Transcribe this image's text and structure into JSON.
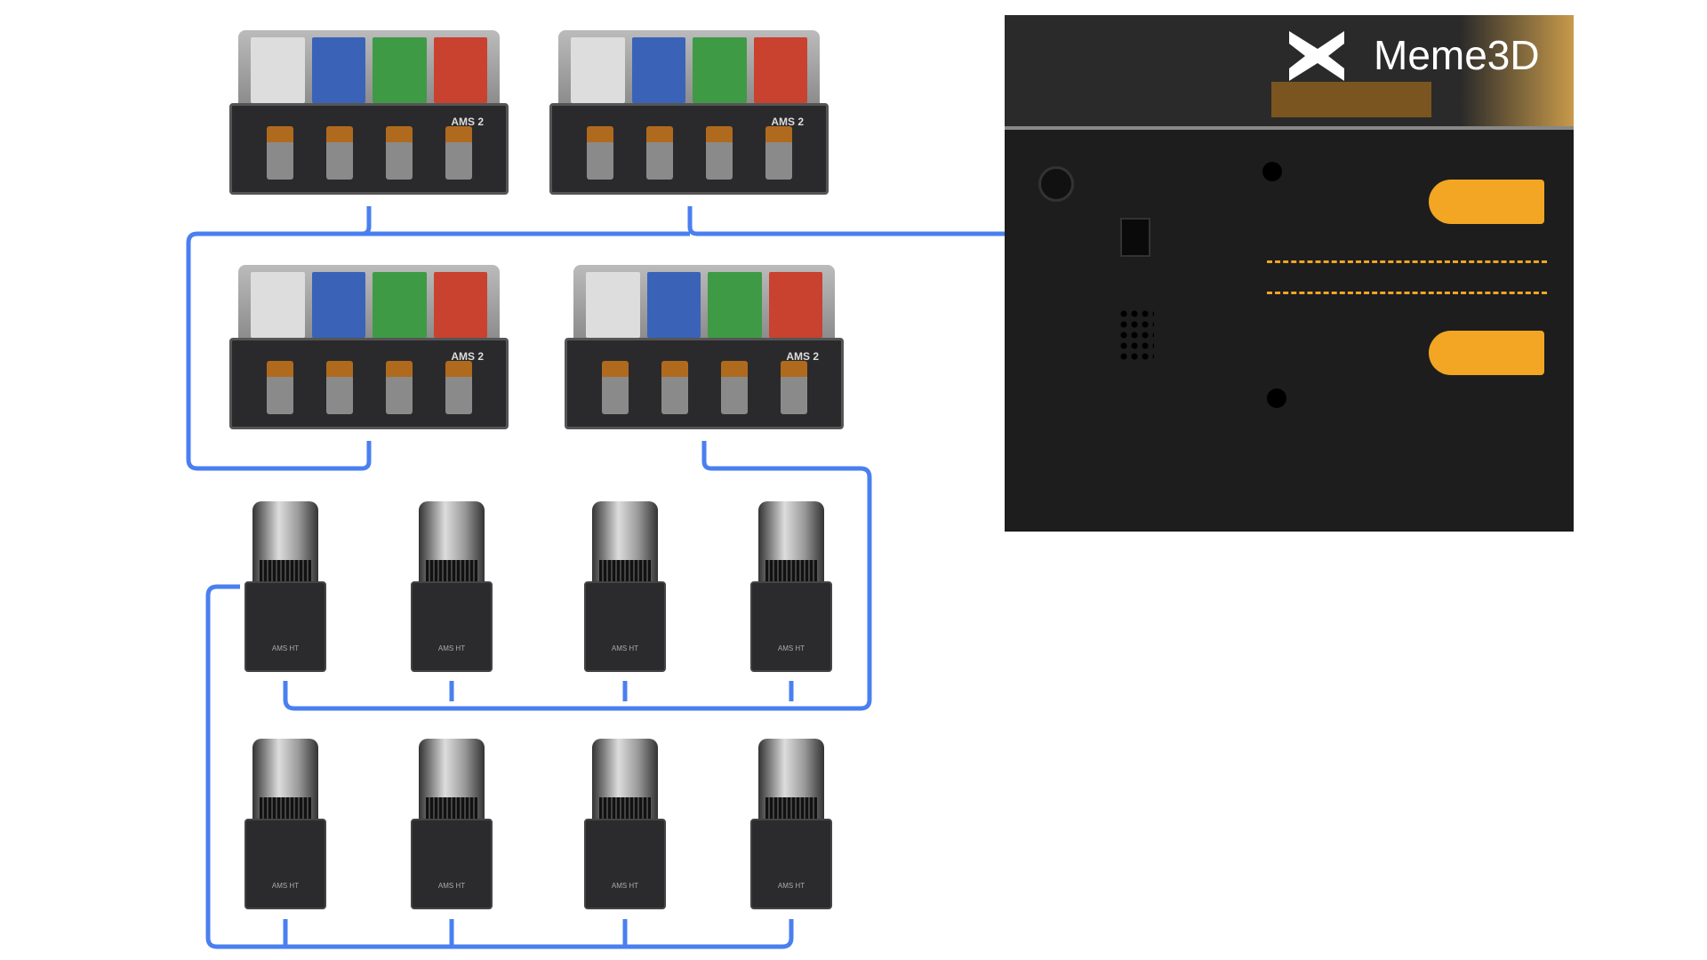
{
  "brand": {
    "name": "Meme3D"
  },
  "ams_units": [
    {
      "label": "AMS 2"
    },
    {
      "label": "AMS 2"
    },
    {
      "label": "AMS 2"
    },
    {
      "label": "AMS 2"
    }
  ],
  "ams_ht_units": [
    {
      "label": "AMS HT"
    },
    {
      "label": "AMS HT"
    },
    {
      "label": "AMS HT"
    },
    {
      "label": "AMS HT"
    },
    {
      "label": "AMS HT"
    },
    {
      "label": "AMS HT"
    },
    {
      "label": "AMS HT"
    },
    {
      "label": "AMS HT"
    }
  ],
  "colors": {
    "connection": "#4a7ff0",
    "accent": "#f2a623",
    "spools": [
      "#d8d8d8",
      "#3a63b8",
      "#3f9a45",
      "#c9412f"
    ]
  }
}
